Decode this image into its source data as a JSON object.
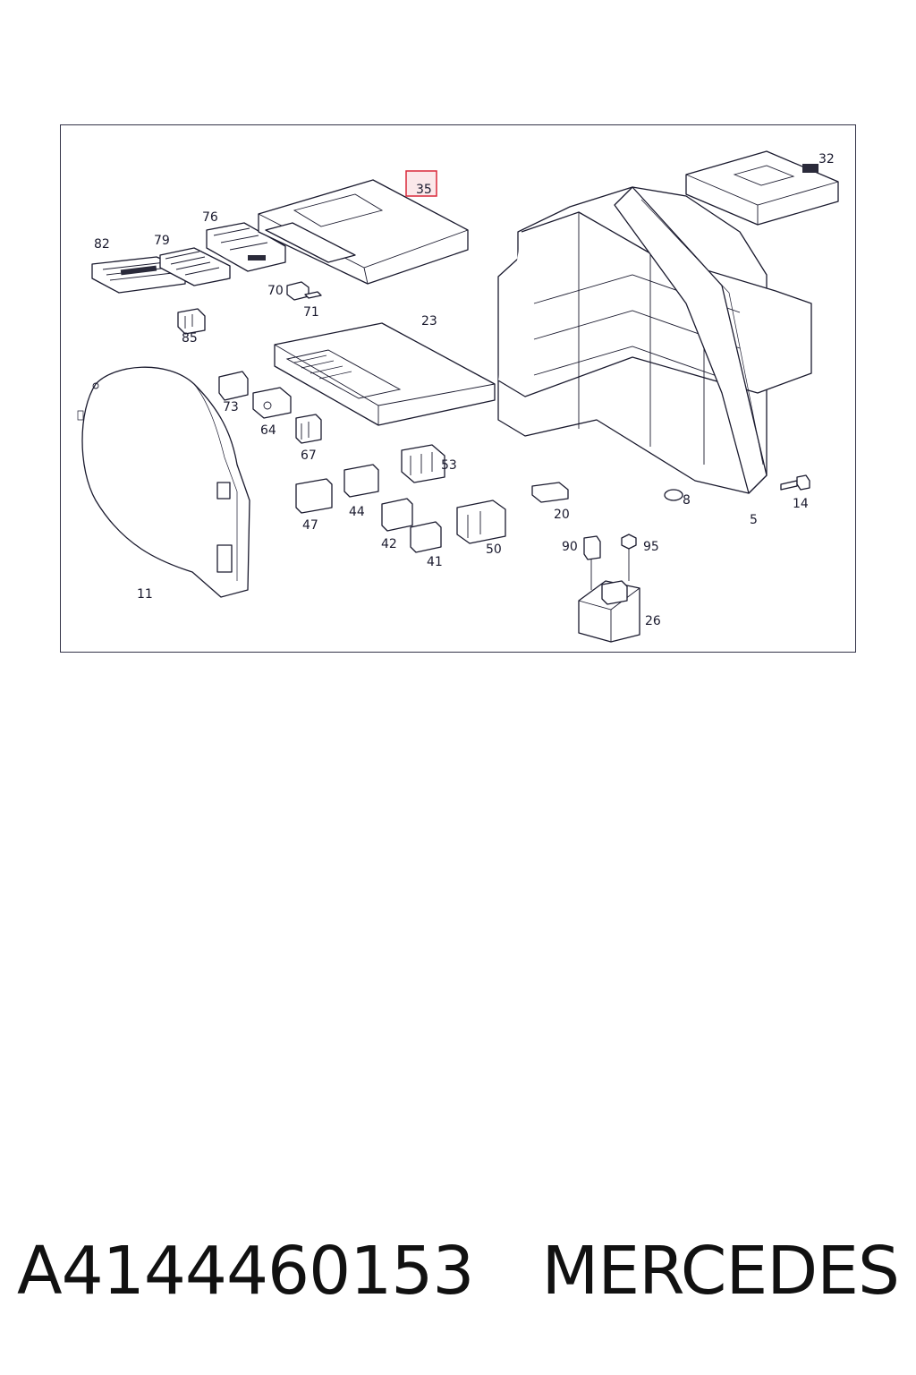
{
  "diagram": {
    "highlight_color": "#d9283a",
    "highlighted_label": "35",
    "labels": {
      "p82": "82",
      "p79": "79",
      "p76": "76",
      "p70": "70",
      "p71": "71",
      "p85": "85",
      "p35": "35",
      "p32": "32",
      "p23": "23",
      "p73": "73",
      "p64": "64",
      "p67": "67",
      "p53": "53",
      "p47": "47",
      "p44": "44",
      "p42": "42",
      "p41": "41",
      "p50": "50",
      "p20": "20",
      "p8": "8",
      "p5": "5",
      "p14": "14",
      "p90": "90",
      "p95": "95",
      "p26": "26",
      "p11": "11"
    }
  },
  "footer": {
    "part_number": "A4144460153",
    "brand": "MERCEDES"
  }
}
